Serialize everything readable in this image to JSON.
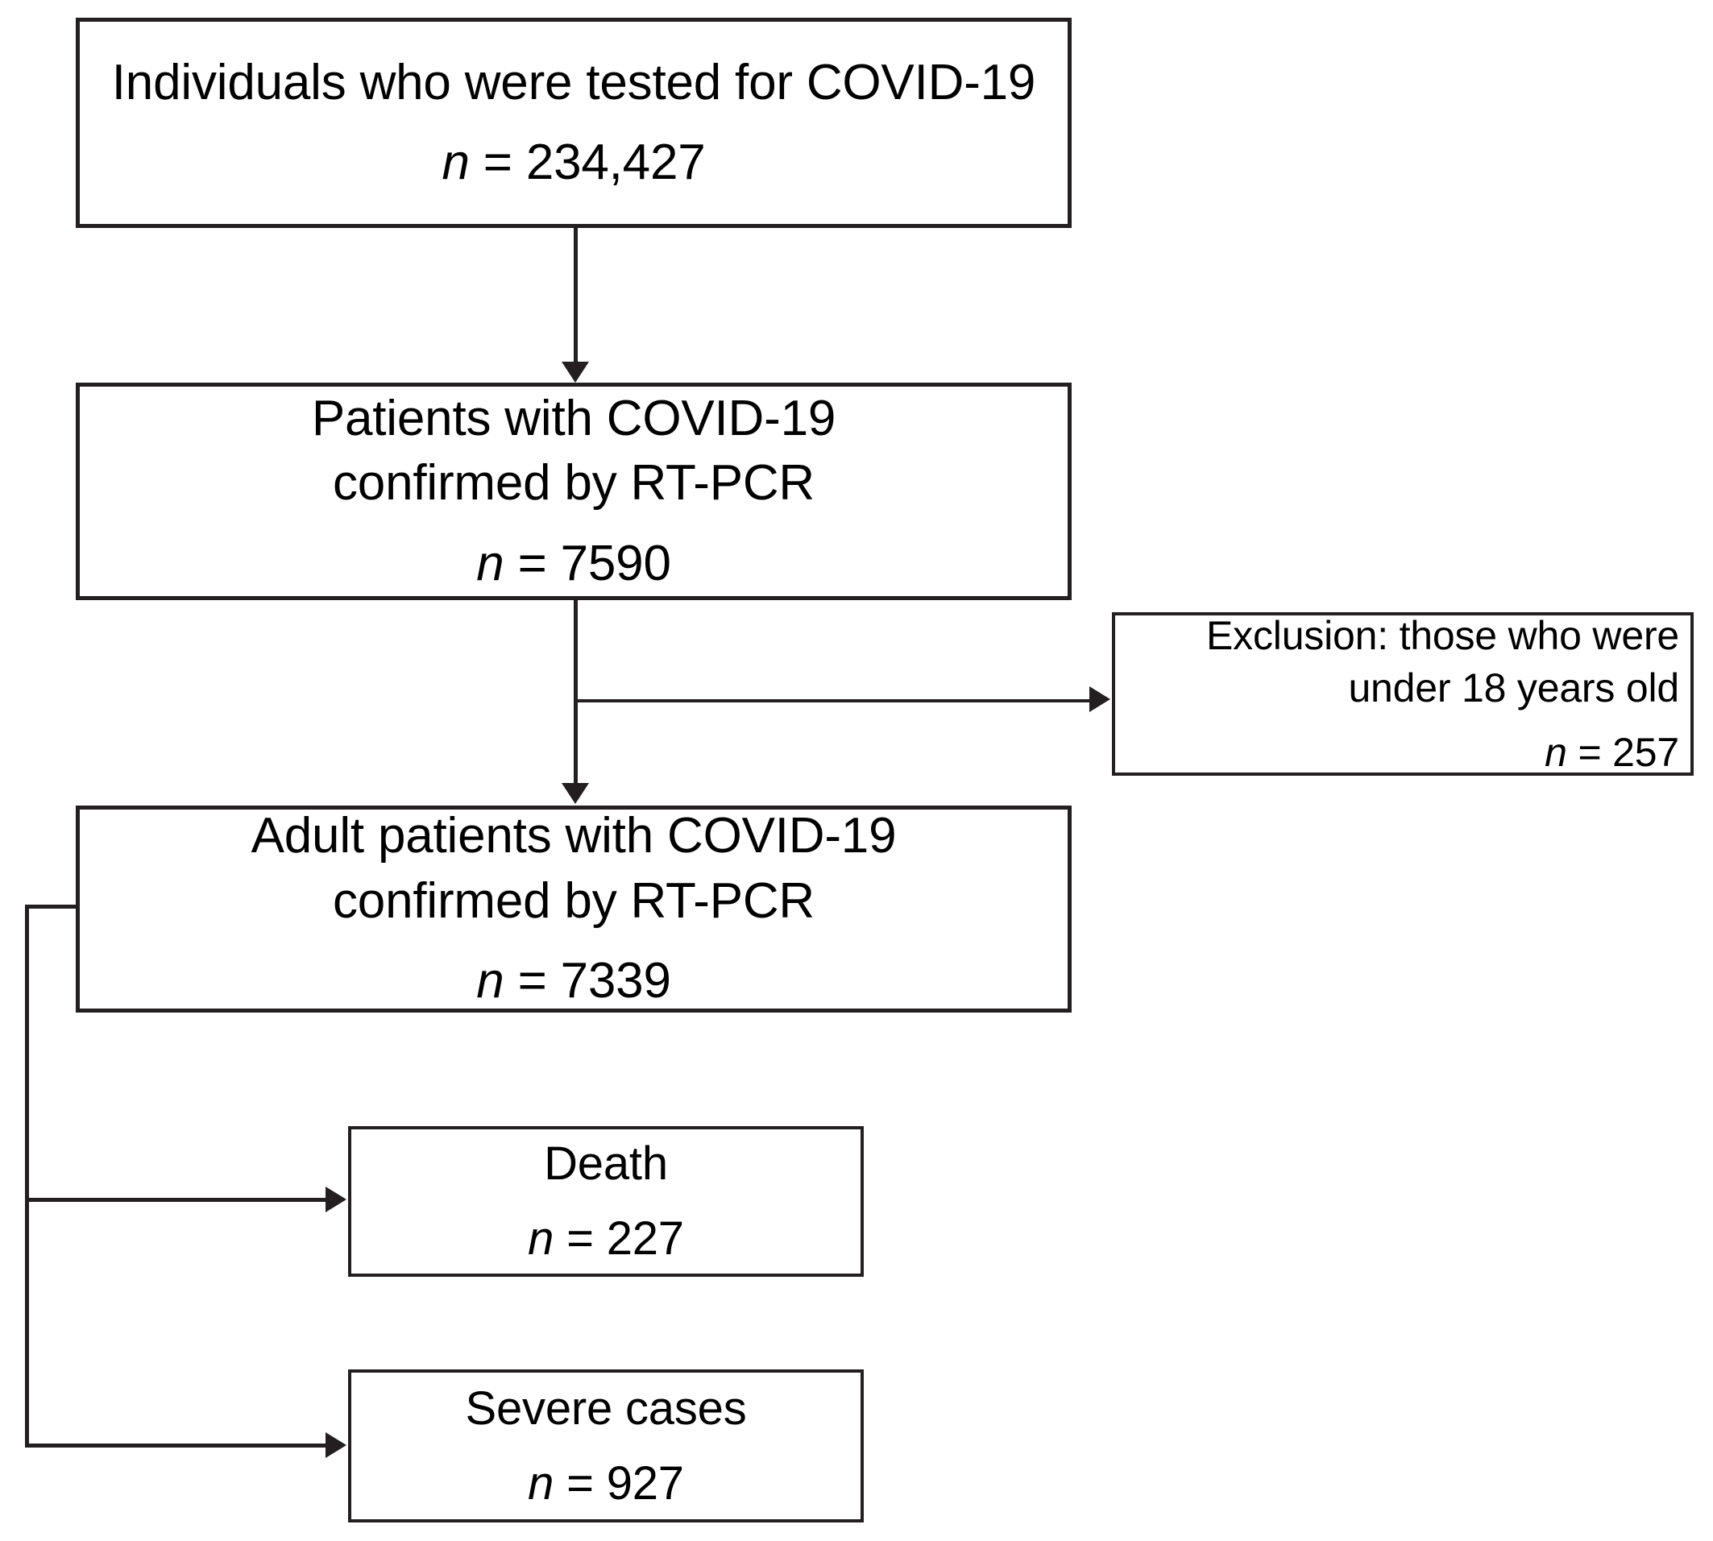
{
  "figure": {
    "type": "flowchart",
    "title": "COVID-19 patient cohort selection flow diagram"
  },
  "nodes": {
    "tested": {
      "label": "Individuals who were tested for COVID-19",
      "n_prefix": "n",
      "n_equals": " = ",
      "n_value": "234,427",
      "n_number": 234427
    },
    "confirmed": {
      "label_line1": "Patients with COVID-19",
      "label_line2": "confirmed by RT-PCR",
      "n_prefix": "n",
      "n_equals": " = ",
      "n_value": "7590",
      "n_number": 7590
    },
    "exclusion": {
      "label_line1": "Exclusion: those who were",
      "label_line2": "under 18 years old",
      "n_prefix": "n",
      "n_equals": " = ",
      "n_value": "257",
      "n_number": 257
    },
    "adult": {
      "label_line1": "Adult patients with COVID-19",
      "label_line2": "confirmed by RT-PCR",
      "n_prefix": "n",
      "n_equals": " = ",
      "n_value": "7339",
      "n_number": 7339
    },
    "death": {
      "label": "Death",
      "n_prefix": "n",
      "n_equals": " = ",
      "n_value": "227",
      "n_number": 227
    },
    "severe": {
      "label": "Severe cases",
      "n_prefix": "n",
      "n_equals": " = ",
      "n_value": "927",
      "n_number": 927
    }
  },
  "edges": [
    {
      "from": "tested",
      "to": "confirmed",
      "style": "arrow-down"
    },
    {
      "from": "confirmed",
      "to": "exclusion",
      "style": "arrow-right"
    },
    {
      "from": "confirmed",
      "to": "adult",
      "style": "arrow-down"
    },
    {
      "from": "adult",
      "to": "death",
      "style": "arrow-right-bracket"
    },
    {
      "from": "adult",
      "to": "severe",
      "style": "arrow-right-bracket"
    }
  ],
  "colors": {
    "stroke": "#231f20",
    "background": "#ffffff",
    "text": "#000000"
  }
}
